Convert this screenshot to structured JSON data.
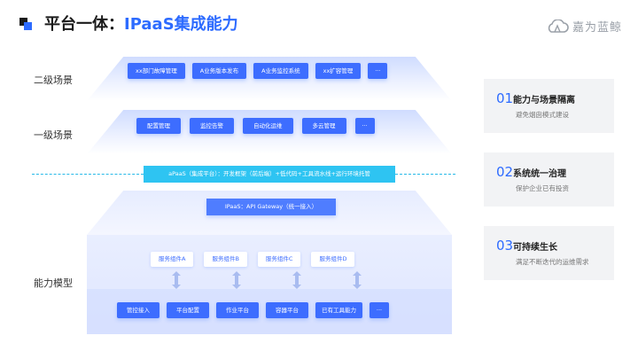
{
  "header": {
    "title_prefix": "平台一体：",
    "title_accent": "IPaaS集成能力",
    "brand_name": "嘉为蓝鲸",
    "brand_icon": "cloud-logo-icon",
    "accent_color": "#2d6bff"
  },
  "levels": {
    "secondary": "二级场景",
    "primary": "一级场景",
    "capability": "能力模型"
  },
  "secondary_scenes": [
    "xx部门故障管理",
    "A业务版本发布",
    "A业务监控系统",
    "xx扩容管理",
    "···"
  ],
  "primary_scenes": [
    "配置管理",
    "监控告警",
    "自动化运维",
    "多云管理",
    "···"
  ],
  "apaas_bar": "aPaaS（集成平台）：开发框架（前后端）+低代码+工具流水线+运行环境托管",
  "ipaas_bar": "IPaaS：API Gateway（统一接入）",
  "service_components": [
    "服务组件A",
    "服务组件B",
    "服务组件C",
    "服务组件D"
  ],
  "platforms": [
    "管控接入",
    "平台配置",
    "作业平台",
    "容器平台",
    "已有工具能力",
    "···"
  ],
  "cards": [
    {
      "num": "01",
      "head": "能力与场景隔离",
      "sub": "避免烟囱模式建设"
    },
    {
      "num": "02",
      "head": "系统统一治理",
      "sub": "保护企业已有投资"
    },
    {
      "num": "03",
      "head": "可持续生长",
      "sub": "满足不断迭代的运维需求"
    }
  ]
}
